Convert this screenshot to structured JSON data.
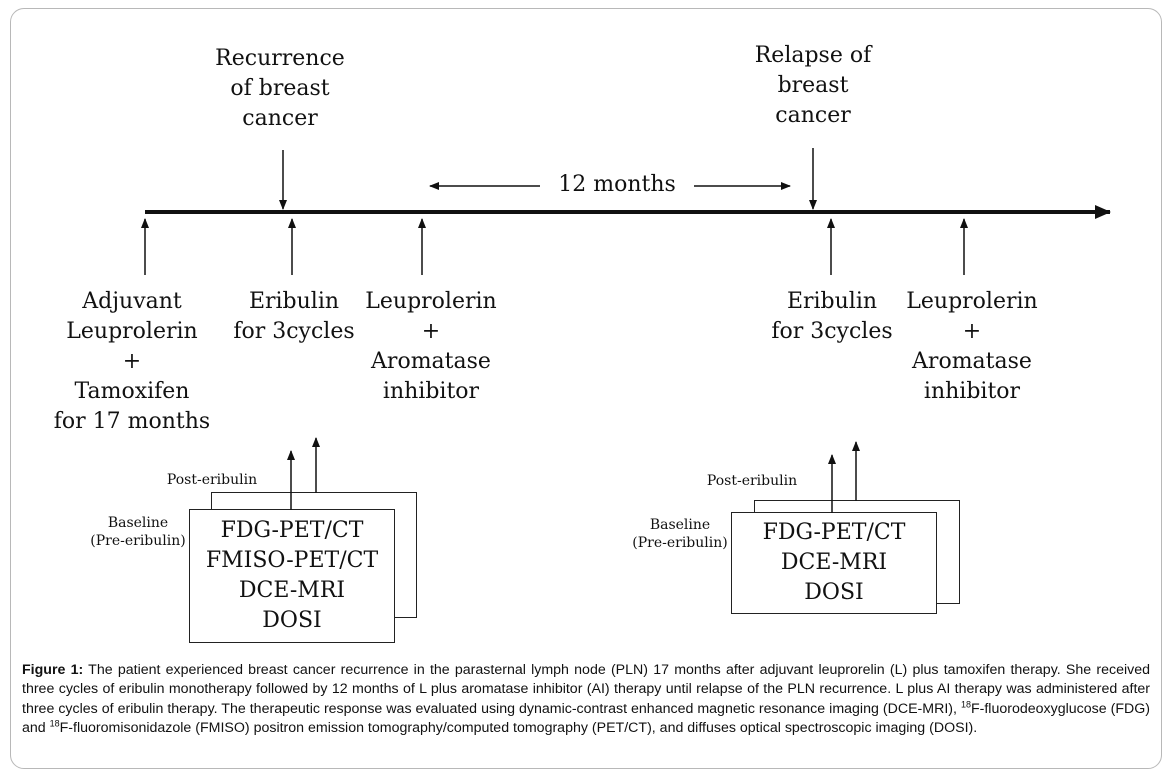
{
  "top_events": {
    "recurrence": [
      "Recurrence",
      "of breast",
      "cancer"
    ],
    "relapse": [
      "Relapse of",
      "breast",
      "cancer"
    ],
    "interval": "12 months"
  },
  "treatments": {
    "adjuvant": [
      "Adjuvant",
      "Leuprolerin",
      "+",
      "Tamoxifen",
      "for 17 months"
    ],
    "eribulin1": [
      "Eribulin",
      "for 3cycles"
    ],
    "leuprolerin_ai1": [
      "Leuprolerin",
      "+",
      "Aromatase",
      "inhibitor"
    ],
    "eribulin2": [
      "Eribulin",
      "for 3cycles"
    ],
    "leuprolerin_ai2": [
      "Leuprolerin",
      "+",
      "Aromatase",
      "inhibitor"
    ]
  },
  "imaging_left": {
    "post_label": "Post-eribulin",
    "baseline_label": [
      "Baseline",
      "(Pre-eribulin)"
    ],
    "modalities": [
      "FDG-PET/CT",
      "FMISO-PET/CT",
      "DCE-MRI",
      "DOSI"
    ]
  },
  "imaging_right": {
    "post_label": "Post-eribulin",
    "baseline_label": [
      "Baseline",
      "(Pre-eribulin)"
    ],
    "modalities": [
      "FDG-PET/CT",
      "DCE-MRI",
      "DOSI"
    ]
  },
  "caption": {
    "label": "Figure 1:",
    "part1": " The patient experienced breast cancer recurrence in the parasternal lymph node (PLN) 17 months after adjuvant leuprorelin (L) plus tamoxifen therapy. She received three cycles of eribulin monotherapy followed by 12 months of L plus aromatase inhibitor (AI) therapy until relapse of the PLN recurrence. L plus AI therapy was administered after three cycles of eribulin therapy. The therapeutic response was evaluated using dynamic-contrast enhanced magnetic resonance imaging (DCE-MRI), ",
    "sup1": "18",
    "part2": "F-fluorodeoxyglucose (FDG) and ",
    "sup2": "18",
    "part3": "F-fluoromisonidazole (FMISO) positron emission tomography/computed tomography (PET/CT), and diffuses optical spectroscopic imaging (DOSI)."
  }
}
